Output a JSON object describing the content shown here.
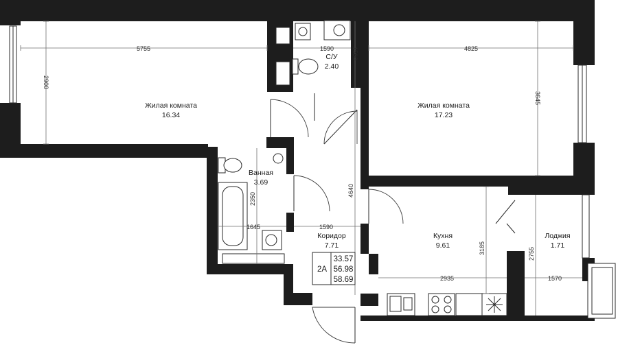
{
  "rooms": {
    "living_left": {
      "name": "Жилая комната",
      "area": "16.34"
    },
    "wc": {
      "name": "С/У",
      "area": "2.40"
    },
    "living_right": {
      "name": "Жилая комната",
      "area": "17.23"
    },
    "bath": {
      "name": "Ванная",
      "area": "3.69"
    },
    "corridor": {
      "name": "Коридор",
      "area": "7.71"
    },
    "kitchen": {
      "name": "Кухня",
      "area": "9.61"
    },
    "loggia": {
      "name": "Лоджия",
      "area": "1.71"
    }
  },
  "dims": {
    "living_left_w": "5755",
    "living_left_h": "2900",
    "wc_w": "1590",
    "wc_h": "1590",
    "living_right_w": "4825",
    "living_right_h": "3645",
    "bath_h": "2350",
    "bath_w": "1645",
    "corridor_w": "1590",
    "corridor_h": "4640",
    "kitchen_h": "3185",
    "kitchen_w": "2935",
    "loggia_h": "2755",
    "loggia_w": "1570"
  },
  "apartment": {
    "code": "2A",
    "areas": [
      "33.57",
      "56.98",
      "58.69"
    ]
  }
}
